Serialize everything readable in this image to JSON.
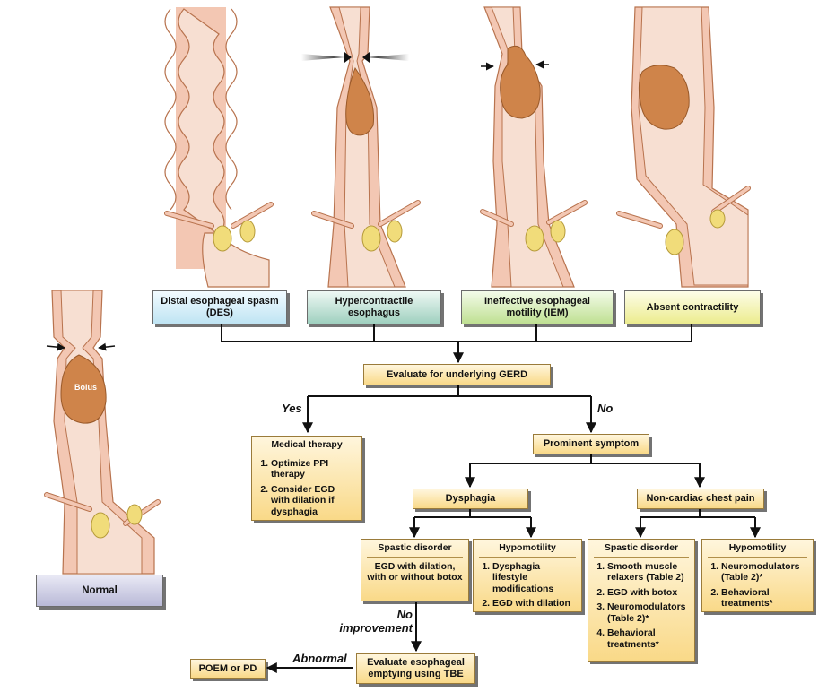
{
  "anatomy": {
    "bolus_label": "Bolus",
    "colors": {
      "wall": "#f3c7b3",
      "wall_line": "#b8734e",
      "lumen": "#f7dfd2",
      "bolus": "#cf844a",
      "sphincter": "#f1dc7a"
    }
  },
  "categories": [
    {
      "label": "Distal esophageal spasm (DES)",
      "color": "#bfe4f3"
    },
    {
      "label": "Hypercontractile esophagus",
      "color": "#9fd0bf"
    },
    {
      "label": "Ineffective esophageal motility (IEM)",
      "color": "#bfe092"
    },
    {
      "label": "Absent contractility",
      "color": "#ecec8e"
    }
  ],
  "normal_label": "Normal",
  "flow": {
    "evaluate_gerd": "Evaluate for underlying GERD",
    "yes": "Yes",
    "no": "No",
    "medical_therapy": {
      "title": "Medical therapy",
      "items": [
        "Optimize PPI therapy",
        "Consider EGD with dilation if dysphagia"
      ]
    },
    "prominent_symptom": "Prominent symptom",
    "dysphagia": "Dysphagia",
    "chest_pain": "Non-cardiac chest pain",
    "dys_spastic": {
      "title": "Spastic disorder",
      "text": "EGD with dilation, with or without botox"
    },
    "dys_hypo": {
      "title": "Hypomotility",
      "items": [
        "Dysphagia lifestyle modifications",
        "EGD with dilation"
      ]
    },
    "cp_spastic": {
      "title": "Spastic disorder",
      "items": [
        "Smooth muscle relaxers (Table 2)",
        "EGD with botox",
        "Neuromodulators (Table 2)*",
        "Behavioral treatments*"
      ]
    },
    "cp_hypo": {
      "title": "Hypomotility",
      "items": [
        "Neuromodulators (Table 2)*",
        "Behavioral treatments*"
      ]
    },
    "no_improvement": "No improvement",
    "evaluate_tbe": "Evaluate esophageal emptying using TBE",
    "abnormal": "Abnormal",
    "poem": "POEM or PD"
  }
}
